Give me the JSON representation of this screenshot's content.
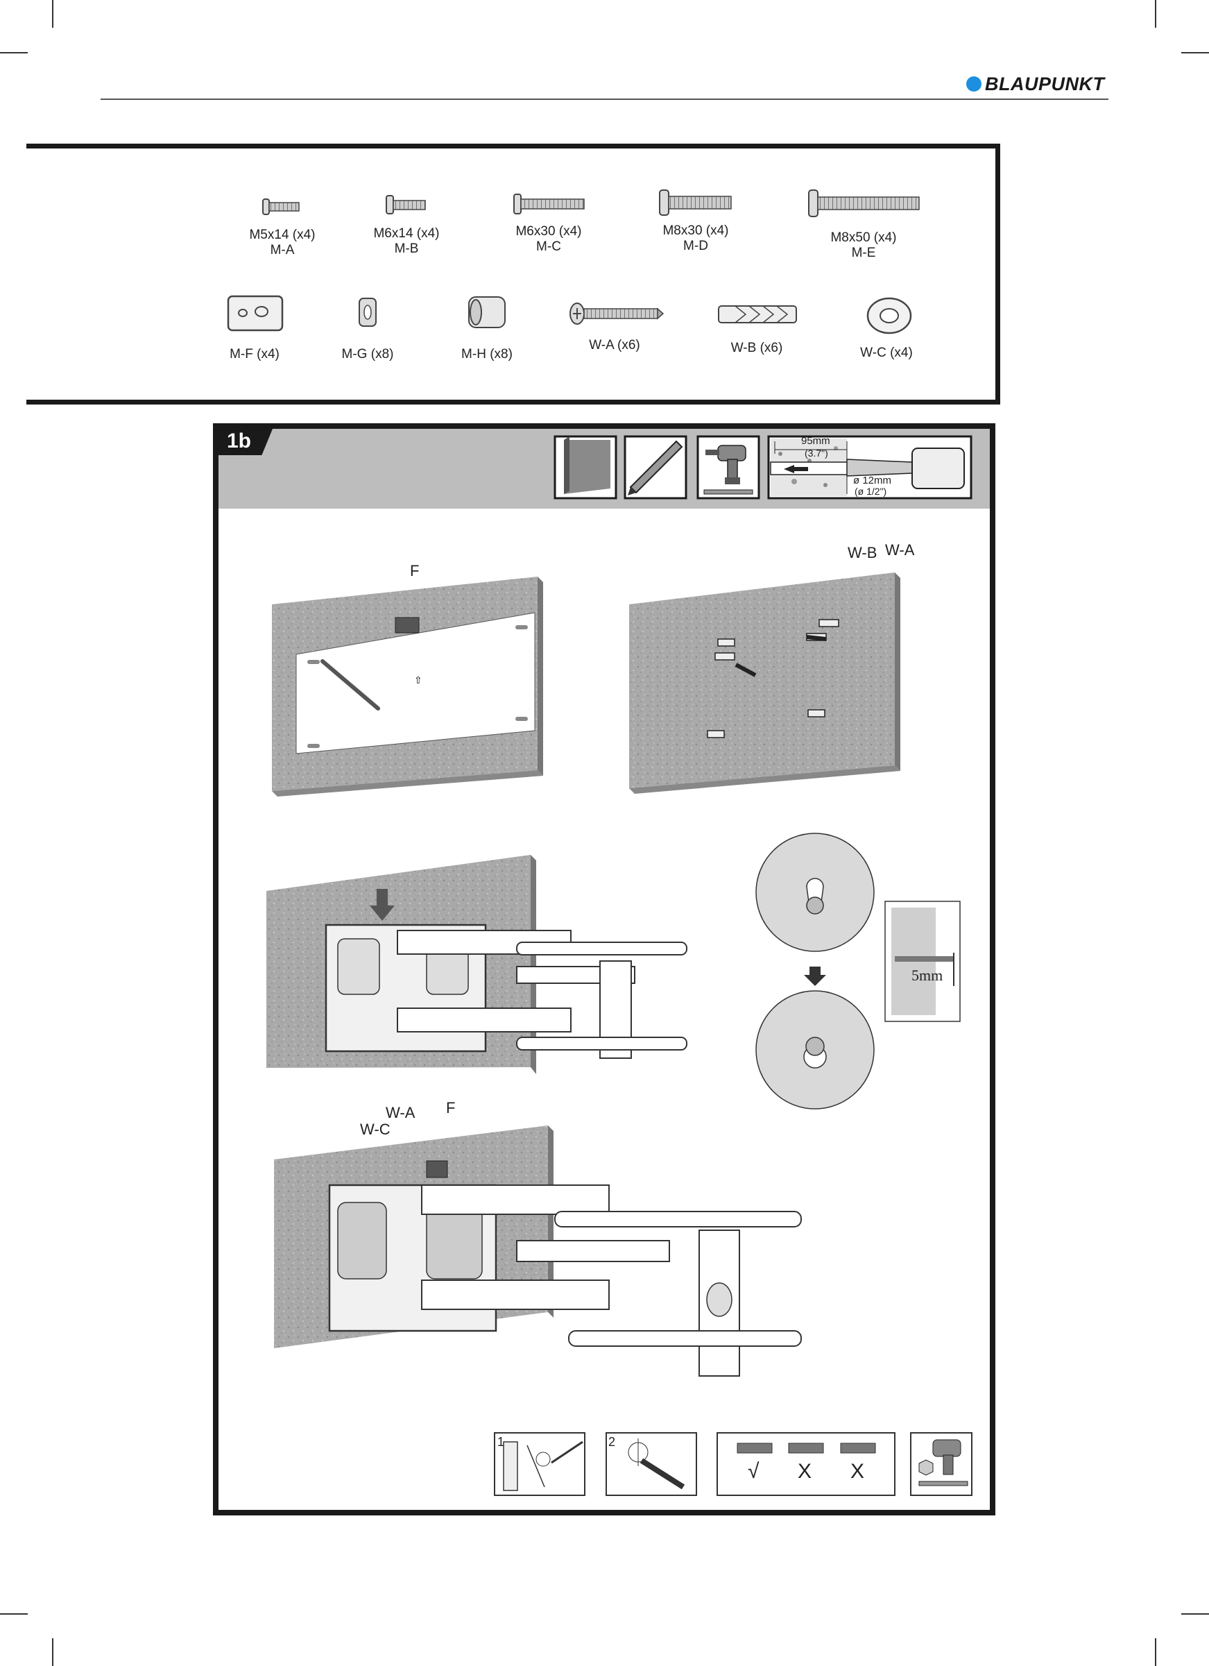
{
  "brand": {
    "name": "BLAUPUNKT",
    "dot_color": "#1e8fe0"
  },
  "hardware": {
    "row1": [
      {
        "size": "M5x14 (x4)",
        "code": "M-A"
      },
      {
        "size": "M6x14 (x4)",
        "code": "M-B"
      },
      {
        "size": "M6x30 (x4)",
        "code": "M-C"
      },
      {
        "size": "M8x30 (x4)",
        "code": "M-D"
      },
      {
        "size": "M8x50 (x4)",
        "code": "M-E"
      }
    ],
    "row2": [
      {
        "label": "M-F (x4)"
      },
      {
        "label": "M-G (x8)"
      },
      {
        "label": "M-H (x8)"
      },
      {
        "label": "W-A (x6)"
      },
      {
        "label": "W-B (x6)"
      },
      {
        "label": "W-C (x4)"
      }
    ]
  },
  "step": {
    "number": "1b",
    "drill_depth": "95mm",
    "drill_depth_in": "(3.7\")",
    "drill_diameter": "ø 12mm",
    "drill_diameter_in": "(ø 1/2\")"
  },
  "callouts": {
    "f_top": "F",
    "wb": "W-B",
    "wa": "W-A",
    "gap": "5mm",
    "bottom_wa": "W-A",
    "bottom_wc": "W-C",
    "bottom_f": "F"
  },
  "bottom_icons": {
    "step1": "1",
    "step2": "2",
    "level_ok": "√",
    "level_bad1": "X",
    "level_bad2": "X"
  }
}
